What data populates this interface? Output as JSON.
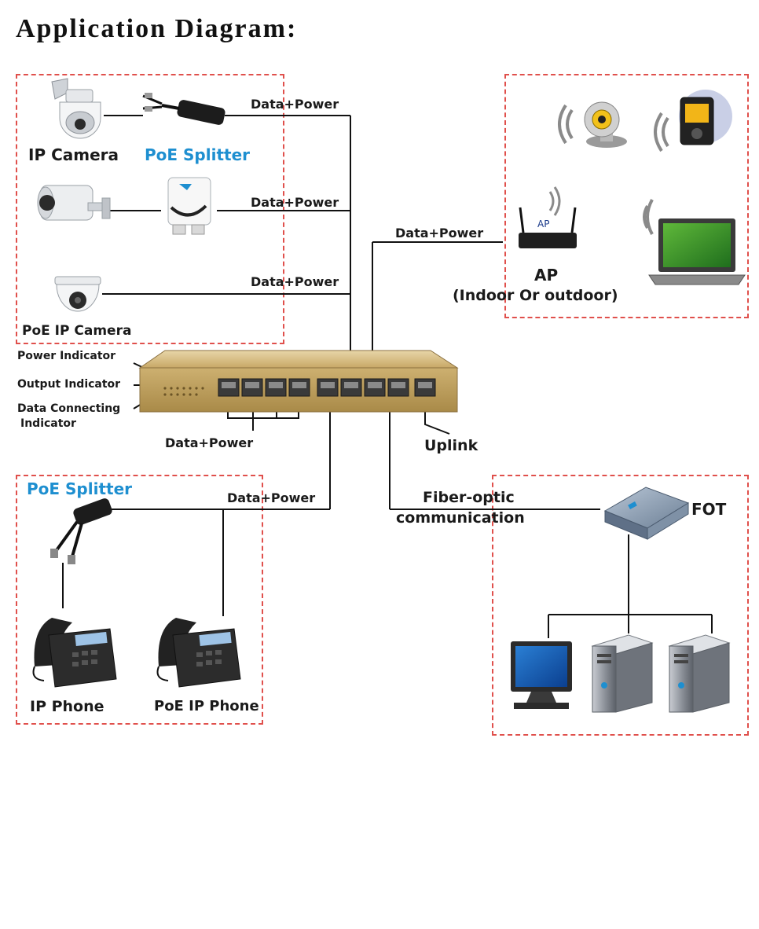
{
  "title": "Application Diagram:",
  "labels": {
    "ip_camera": "IP Camera",
    "poe_splitter_top": "PoE Splitter",
    "data_power_1": "Data+Power",
    "data_power_2": "Data+Power",
    "data_power_3": "Data+Power",
    "poe_ip_camera": "PoE IP Camera",
    "data_power_ap": "Data+Power",
    "ap": "AP",
    "ap_location": "(Indoor Or outdoor)",
    "power_indicator": "Power Indicator",
    "output_indicator": "Output Indicator",
    "data_connecting": "Data Connecting",
    "indicator": "Indicator",
    "data_power_bottom": "Data+Power",
    "uplink": "Uplink",
    "poe_splitter_bottom": "PoE Splitter",
    "data_power_phone": "Data+Power",
    "fiber_optic": "Fiber-optic",
    "communication": "communication",
    "fot": "FOT",
    "ip_phone": "IP Phone",
    "poe_ip_phone": "PoE IP Phone",
    "ap_badge": "AP"
  },
  "colors": {
    "box_border": "#e0504c",
    "accent_blue": "#1e8fd0",
    "switch_body": "#c9a969",
    "line": "#111111"
  }
}
